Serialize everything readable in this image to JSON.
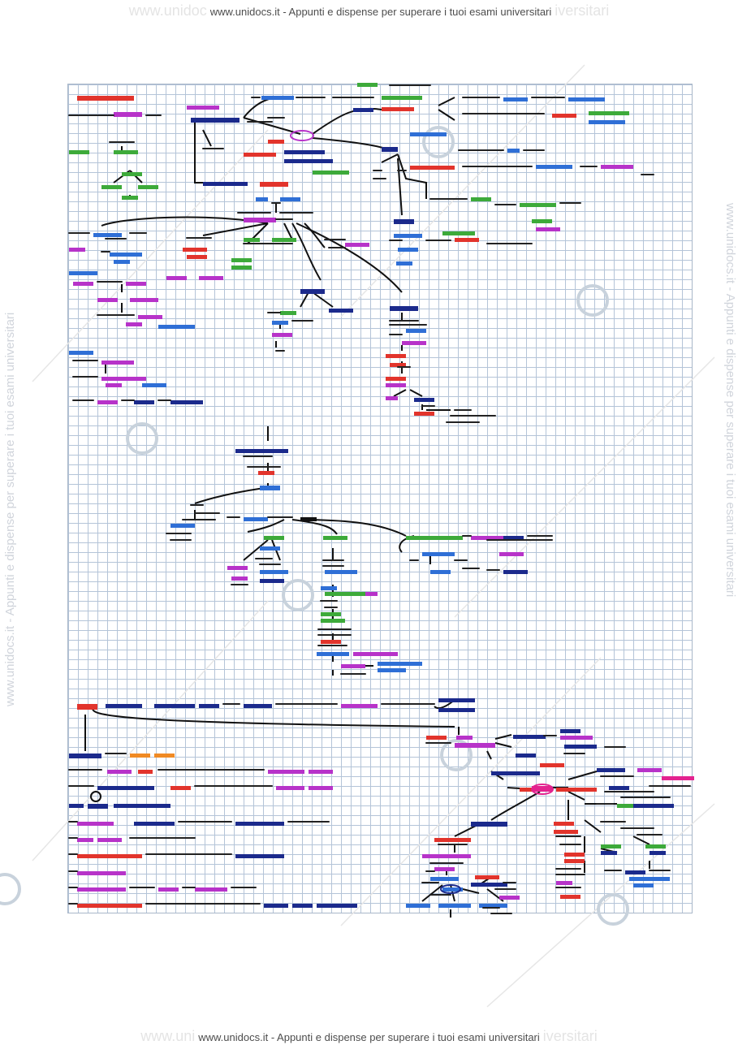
{
  "header": {
    "banner_text": "www.unidocs.it - Appunti e dispense per superare i tuoi esami universitari",
    "ghost_left": "www.unidoc",
    "ghost_right": "iversitari"
  },
  "footer": {
    "banner_text": "www.unidocs.it - Appunti e dispense per superare i tuoi esami universitari",
    "ghost_left": "www.uni",
    "ghost_right": "iversitari"
  },
  "side_watermark": {
    "left_text": "www.unidocs.it - Appunti e dispense per superare i tuoi esami universitari",
    "right_text": "www.unidocs.it - Appunti e dispense per superare i tuoi esami universitari"
  },
  "colors": {
    "grid": "#b4c4d8",
    "ink": "#111111",
    "red": "#e2342c",
    "green": "#3daa3a",
    "purple": "#b733c9",
    "blue": "#2f6fd6",
    "navy": "#1b2a8c",
    "magenta": "#e3238f",
    "orange": "#f08a24"
  }
}
